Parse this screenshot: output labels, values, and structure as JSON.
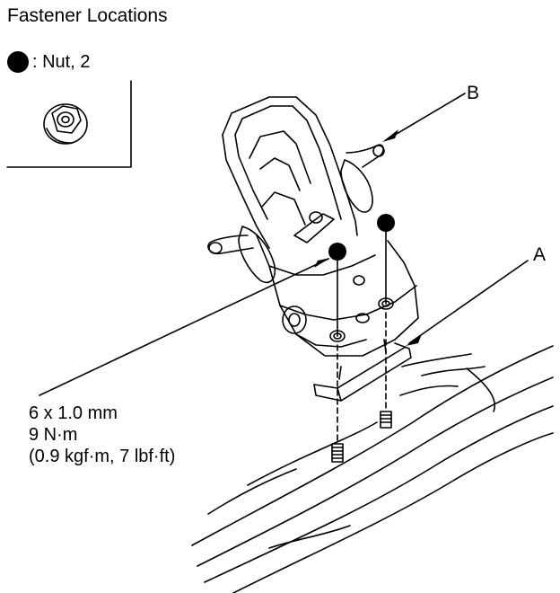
{
  "page": {
    "title": "Fastener Locations",
    "legend": {
      "symbol": "filled-circle",
      "text": ": Nut, 2"
    },
    "callouts": {
      "a": "A",
      "b": "B"
    },
    "spec": {
      "line1": "6 x 1.0 mm",
      "line2": "9 N·m",
      "line3": "(0.9 kgf·m, 7 lbf·ft)"
    }
  }
}
